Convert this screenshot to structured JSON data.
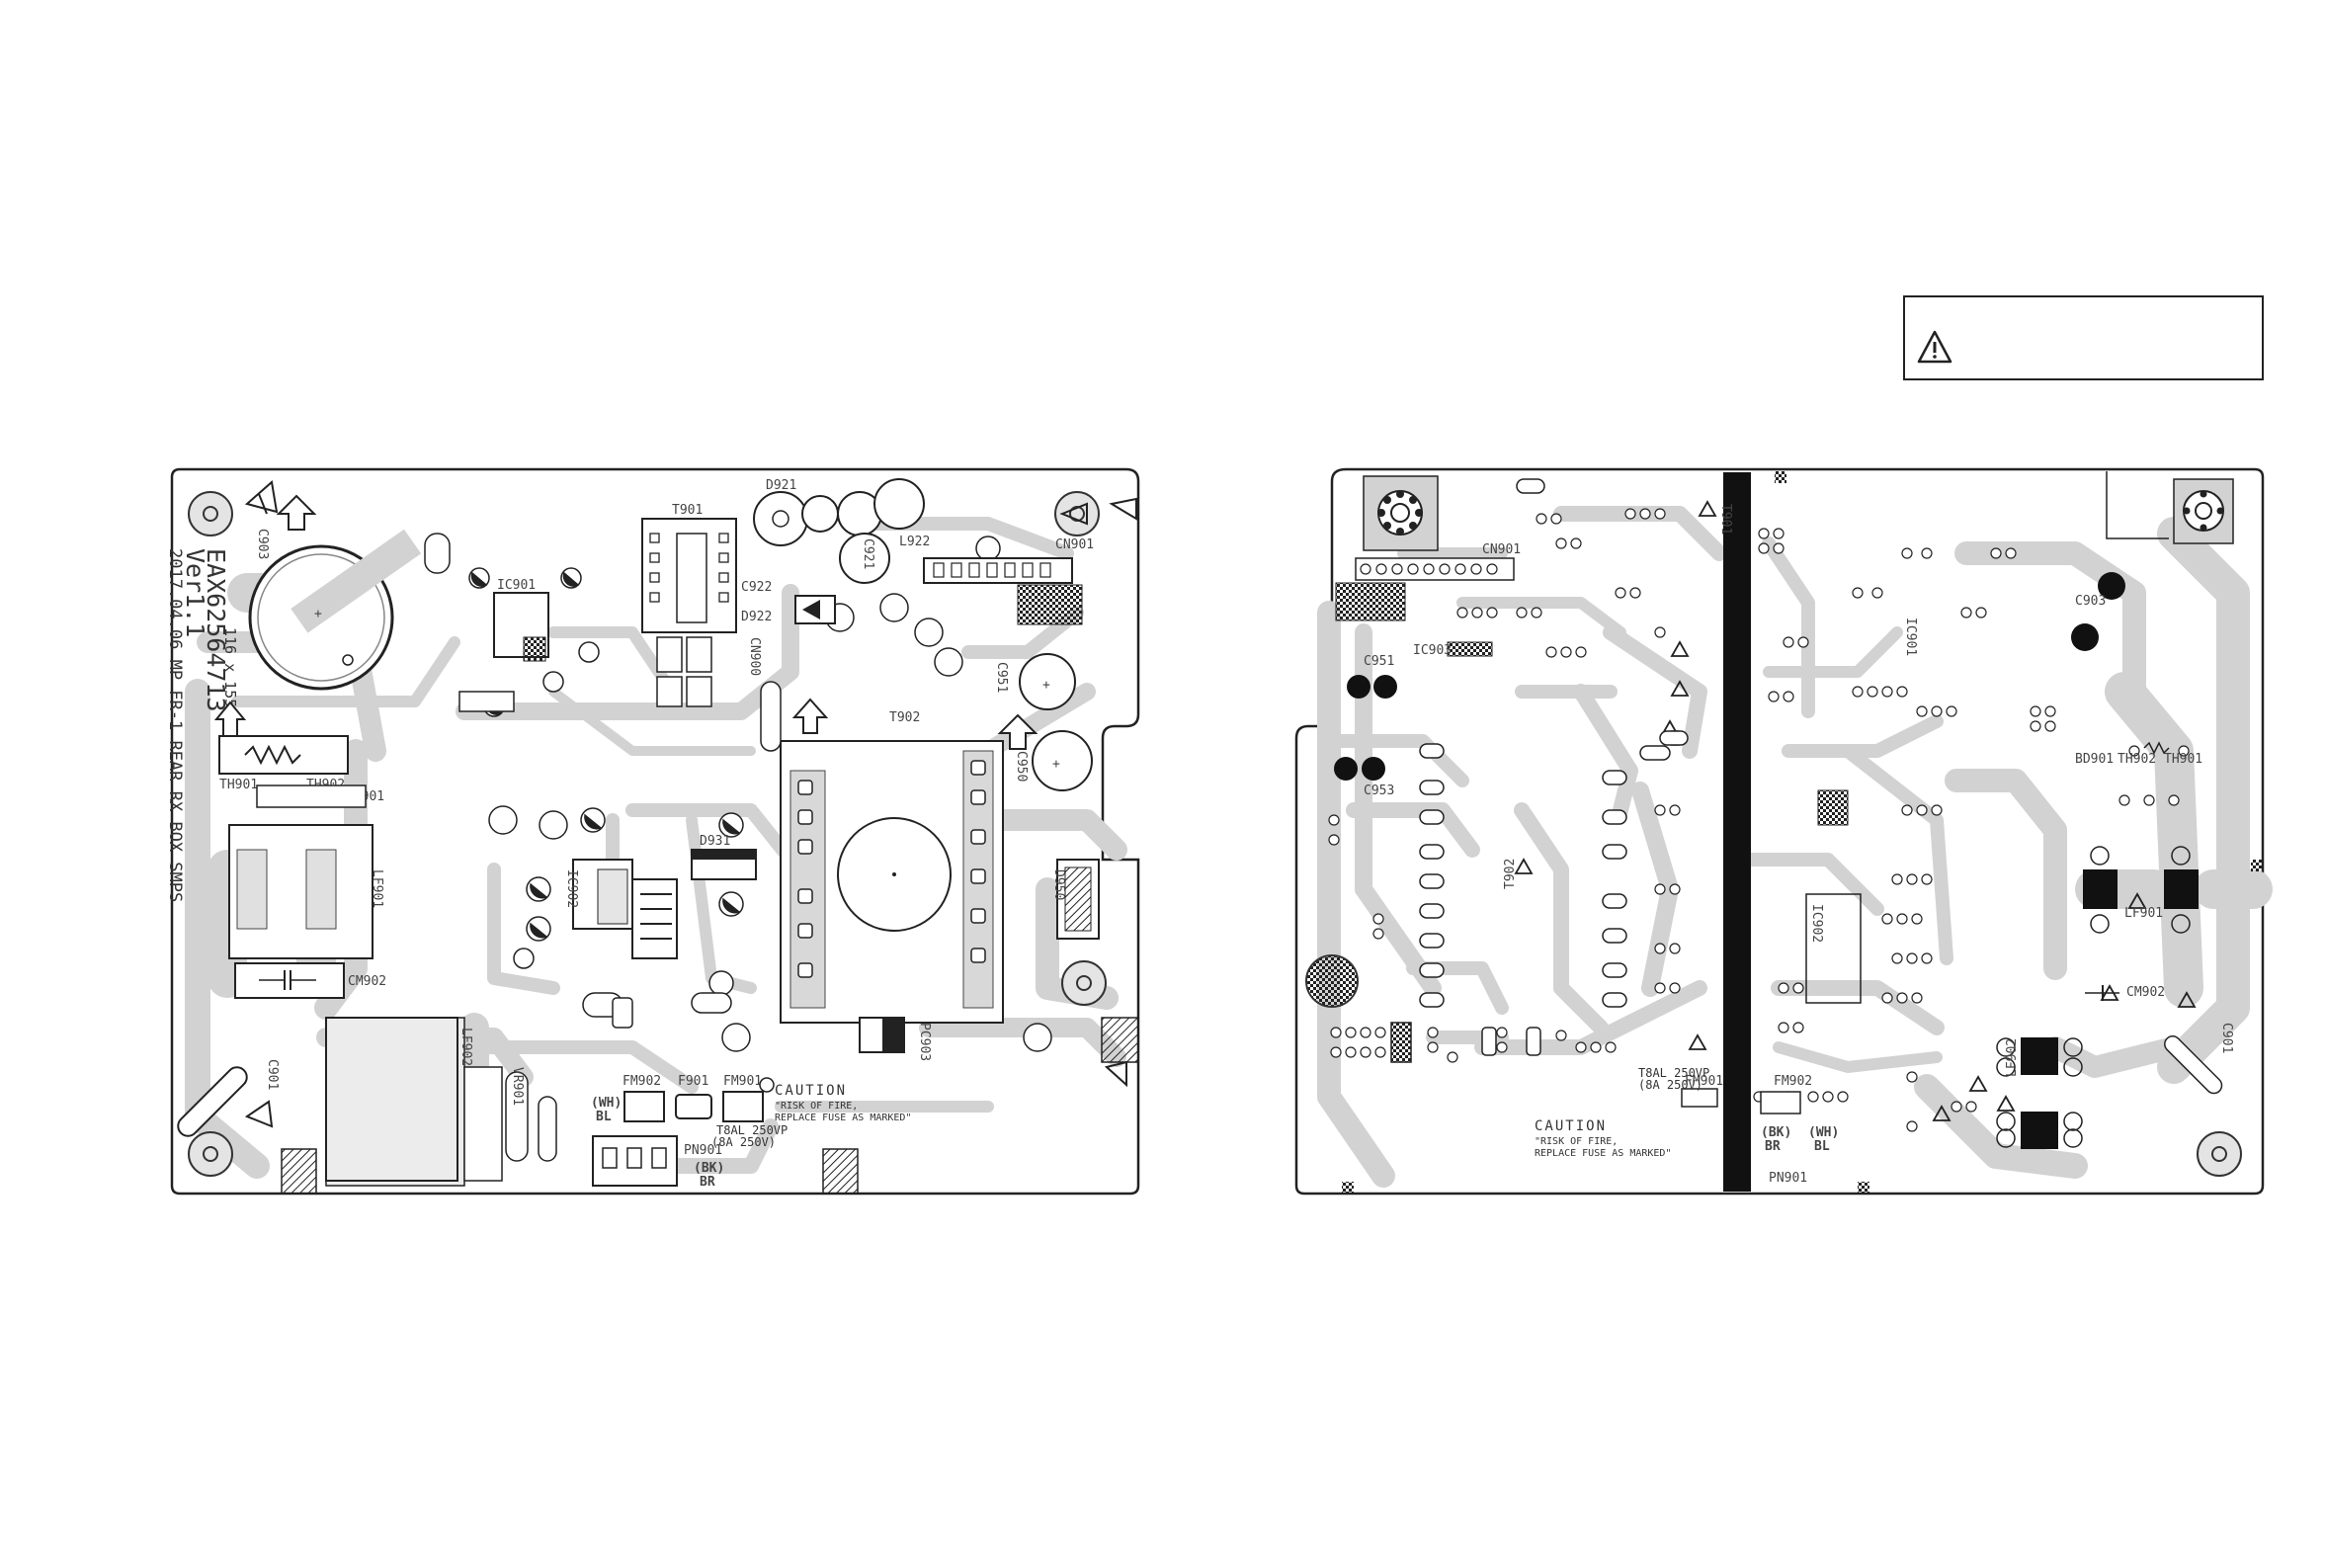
{
  "left_board": {
    "pcb_id": "EAX62564713",
    "version": "Ver1.1",
    "size": "116 x 155",
    "date_line": "2017.04.06 MP FR-1 REAR RX BOX SMPS",
    "labels": {
      "t901": "T901",
      "t902": "T902",
      "cn901": "CN901",
      "th901": "TH901",
      "th902": "TH902",
      "bd901": "BD901",
      "lf901": "LF901",
      "lf902": "LF902",
      "cm902": "CM902",
      "ic901": "IC901",
      "ic902": "IC902",
      "c903": "C903",
      "c950": "C950",
      "c951": "C951",
      "c921": "C921",
      "c922": "C922",
      "c901": "C901",
      "c900": "CN900",
      "d931": "D931",
      "d922": "D922",
      "d921": "D921",
      "d950": "D950",
      "pc903": "PC903",
      "vr901": "VR901",
      "l922": "L922",
      "f901": "F901",
      "pm902": "FM902",
      "pm901": "FM901",
      "pn901": "PN901",
      "wh_bl": "(WH)",
      "wh_bl2": "BL",
      "bk_br": "(BK)",
      "bk_br2": "BR"
    },
    "caution": {
      "title": "CAUTION",
      "line1": "\"RISK OF FIRE,",
      "line2": "REPLACE FUSE AS MARKED\"",
      "fuse1": "T8AL 250VP",
      "fuse2": "(8A 250V)"
    }
  },
  "right_board": {
    "labels": {
      "t902": "T902",
      "t901": "T901",
      "cn901": "CN901",
      "ic901": "IC901",
      "ic902": "IC902",
      "ic903": "IC903",
      "lf901": "LF901",
      "lf902": "LF902",
      "cm902": "CM902",
      "bd901": "BD901",
      "th901": "TH901",
      "th902": "TH902",
      "c903": "C903",
      "c951": "C951",
      "c953": "C953",
      "c901": "C901",
      "pm902": "FM902",
      "pm901": "FM901",
      "pn901": "PN901",
      "wh_bl": "(WH)",
      "wh_bl2": "BL",
      "bk_br": "(BK)",
      "bk_br2": "BR"
    },
    "caution": {
      "title": "CAUTION",
      "line1": "\"RISK OF FIRE,",
      "line2": "REPLACE FUSE AS MARKED\"",
      "fuse1": "T8AL 250VP",
      "fuse2": "(8A 250V)"
    }
  },
  "warning_box": {
    "icon": "warning-triangle-icon",
    "text": ""
  }
}
